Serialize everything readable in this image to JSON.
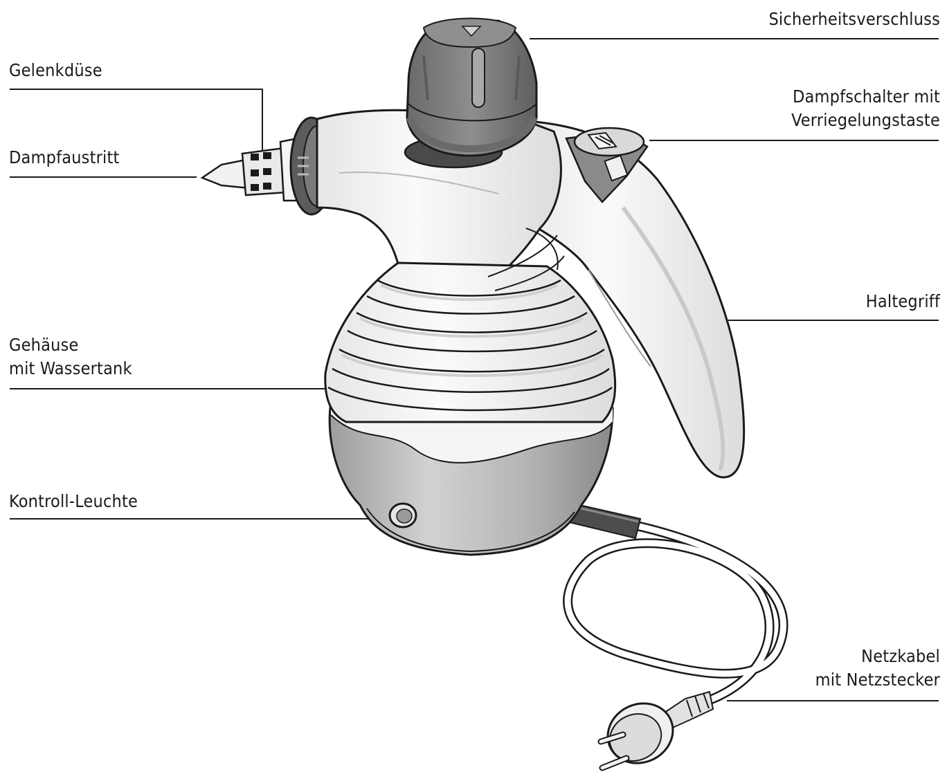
{
  "labels": {
    "sicherheitsverschluss": "Sicherheitsverschluss",
    "gelenkduese": "Gelenkdüse",
    "dampfschalter_1": "Dampfschalter mit",
    "dampfschalter_2": "Verriegelungstaste",
    "dampfaustritt": "Dampfaustritt",
    "haltegriff": "Haltegriff",
    "gehaeuse_1": "Gehäuse",
    "gehaeuse_2": "mit Wassertank",
    "kontroll": "Kontroll-Leuchte",
    "netzkabel_1": "Netzkabel",
    "netzkabel_2": "mit Netzstecker"
  },
  "colors": {
    "outline": "#1a1a1a",
    "body_white": "#f4f4f4",
    "cap_gray": "#7a7a7a",
    "base_gray": "#b9b9b9",
    "ring_dark": "#5c5c5c"
  }
}
